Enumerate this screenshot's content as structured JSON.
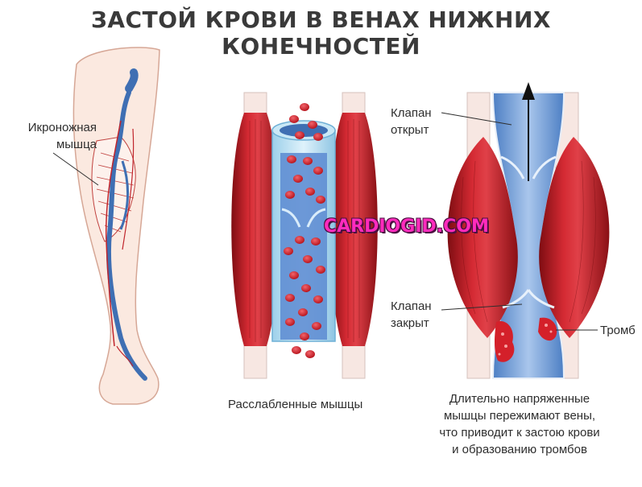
{
  "title": "ЗАСТОЙ КРОВИ В ВЕНАХ НИЖНИХ КОНЕЧНОСТЕЙ",
  "labels": {
    "calf_muscle": [
      "Икроножная",
      "мышца"
    ],
    "valve_open": [
      "Клапан",
      "открыт"
    ],
    "valve_closed": [
      "Клапан",
      "закрыт"
    ],
    "thrombus": "Тромб",
    "relaxed_muscles": "Расслабленные мышцы",
    "tense_muscles": [
      "Длительно напряженные",
      "мышцы пережимают вены,",
      "что приводит к застою крови",
      "и образованию тромбов"
    ]
  },
  "watermark": "CARDIOGID.COM",
  "colors": {
    "muscle": "#c8202a",
    "muscle_dark": "#8e1016",
    "vein": "#7da8dc",
    "vein_dark": "#3f6fb3",
    "blood_cell": "#d7141f",
    "skin": "#fbe9e0",
    "title": "#3a3a3a"
  }
}
